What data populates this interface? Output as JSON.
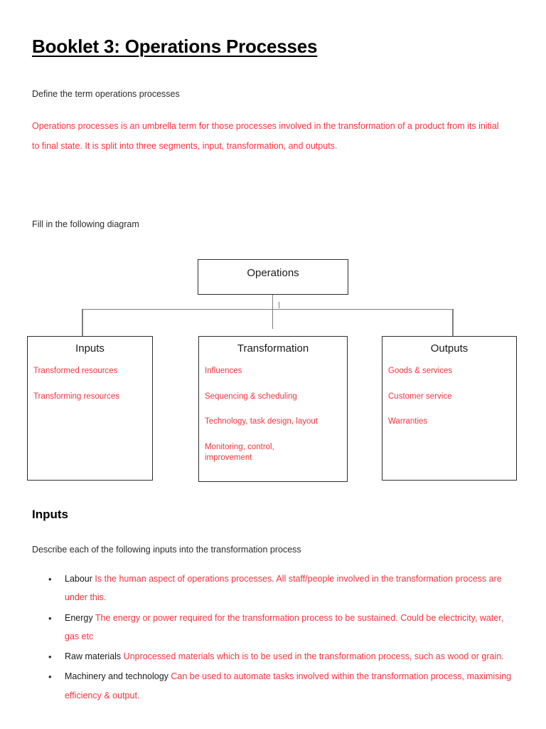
{
  "document": {
    "title": "Booklet 3: Operations Processes",
    "accent_red": "#f6323c",
    "text_black": "#1a1a1a"
  },
  "define_section": {
    "prompt": "Define the term operations processes",
    "answer": "Operations processes is  an umbrella term for those processes involved in the transformation of a product from its initial to final state. It is split into three segments, input, transformation, and outputs."
  },
  "diagram_section": {
    "prompt": "Fill in the following diagram",
    "root": {
      "title": "Operations"
    },
    "branches": [
      {
        "title": "Inputs",
        "items": [
          "Transformed resources",
          "Transforming resources"
        ]
      },
      {
        "title": "Transformation",
        "items": [
          "Influences",
          "Sequencing & scheduling",
          "Technology, task design, layout",
          "Monitoring, control, improvement"
        ]
      },
      {
        "title": "Outputs",
        "items": [
          "Goods & services",
          "Customer service",
          "Warranties"
        ]
      }
    ]
  },
  "inputs_section": {
    "heading": "Inputs",
    "prompt": "Describe each of the following inputs into the transformation process",
    "bullets": [
      {
        "term": "Labour ",
        "answer": "Is the human aspect of operations processes. All staff/people involved in the transformation process are under this."
      },
      {
        "term": "Energy ",
        "answer": "The energy or power required for the transformation process to be sustained. Could be electricity, water, gas etc"
      },
      {
        "term": "Raw materials ",
        "answer": "Unprocessed materials which is to be used in the transformation process, such as wood or grain."
      },
      {
        "term": "Machinery and technology ",
        "answer": "Can be used to automate tasks involved within the transformation process, maximising efficiency & output."
      }
    ]
  }
}
